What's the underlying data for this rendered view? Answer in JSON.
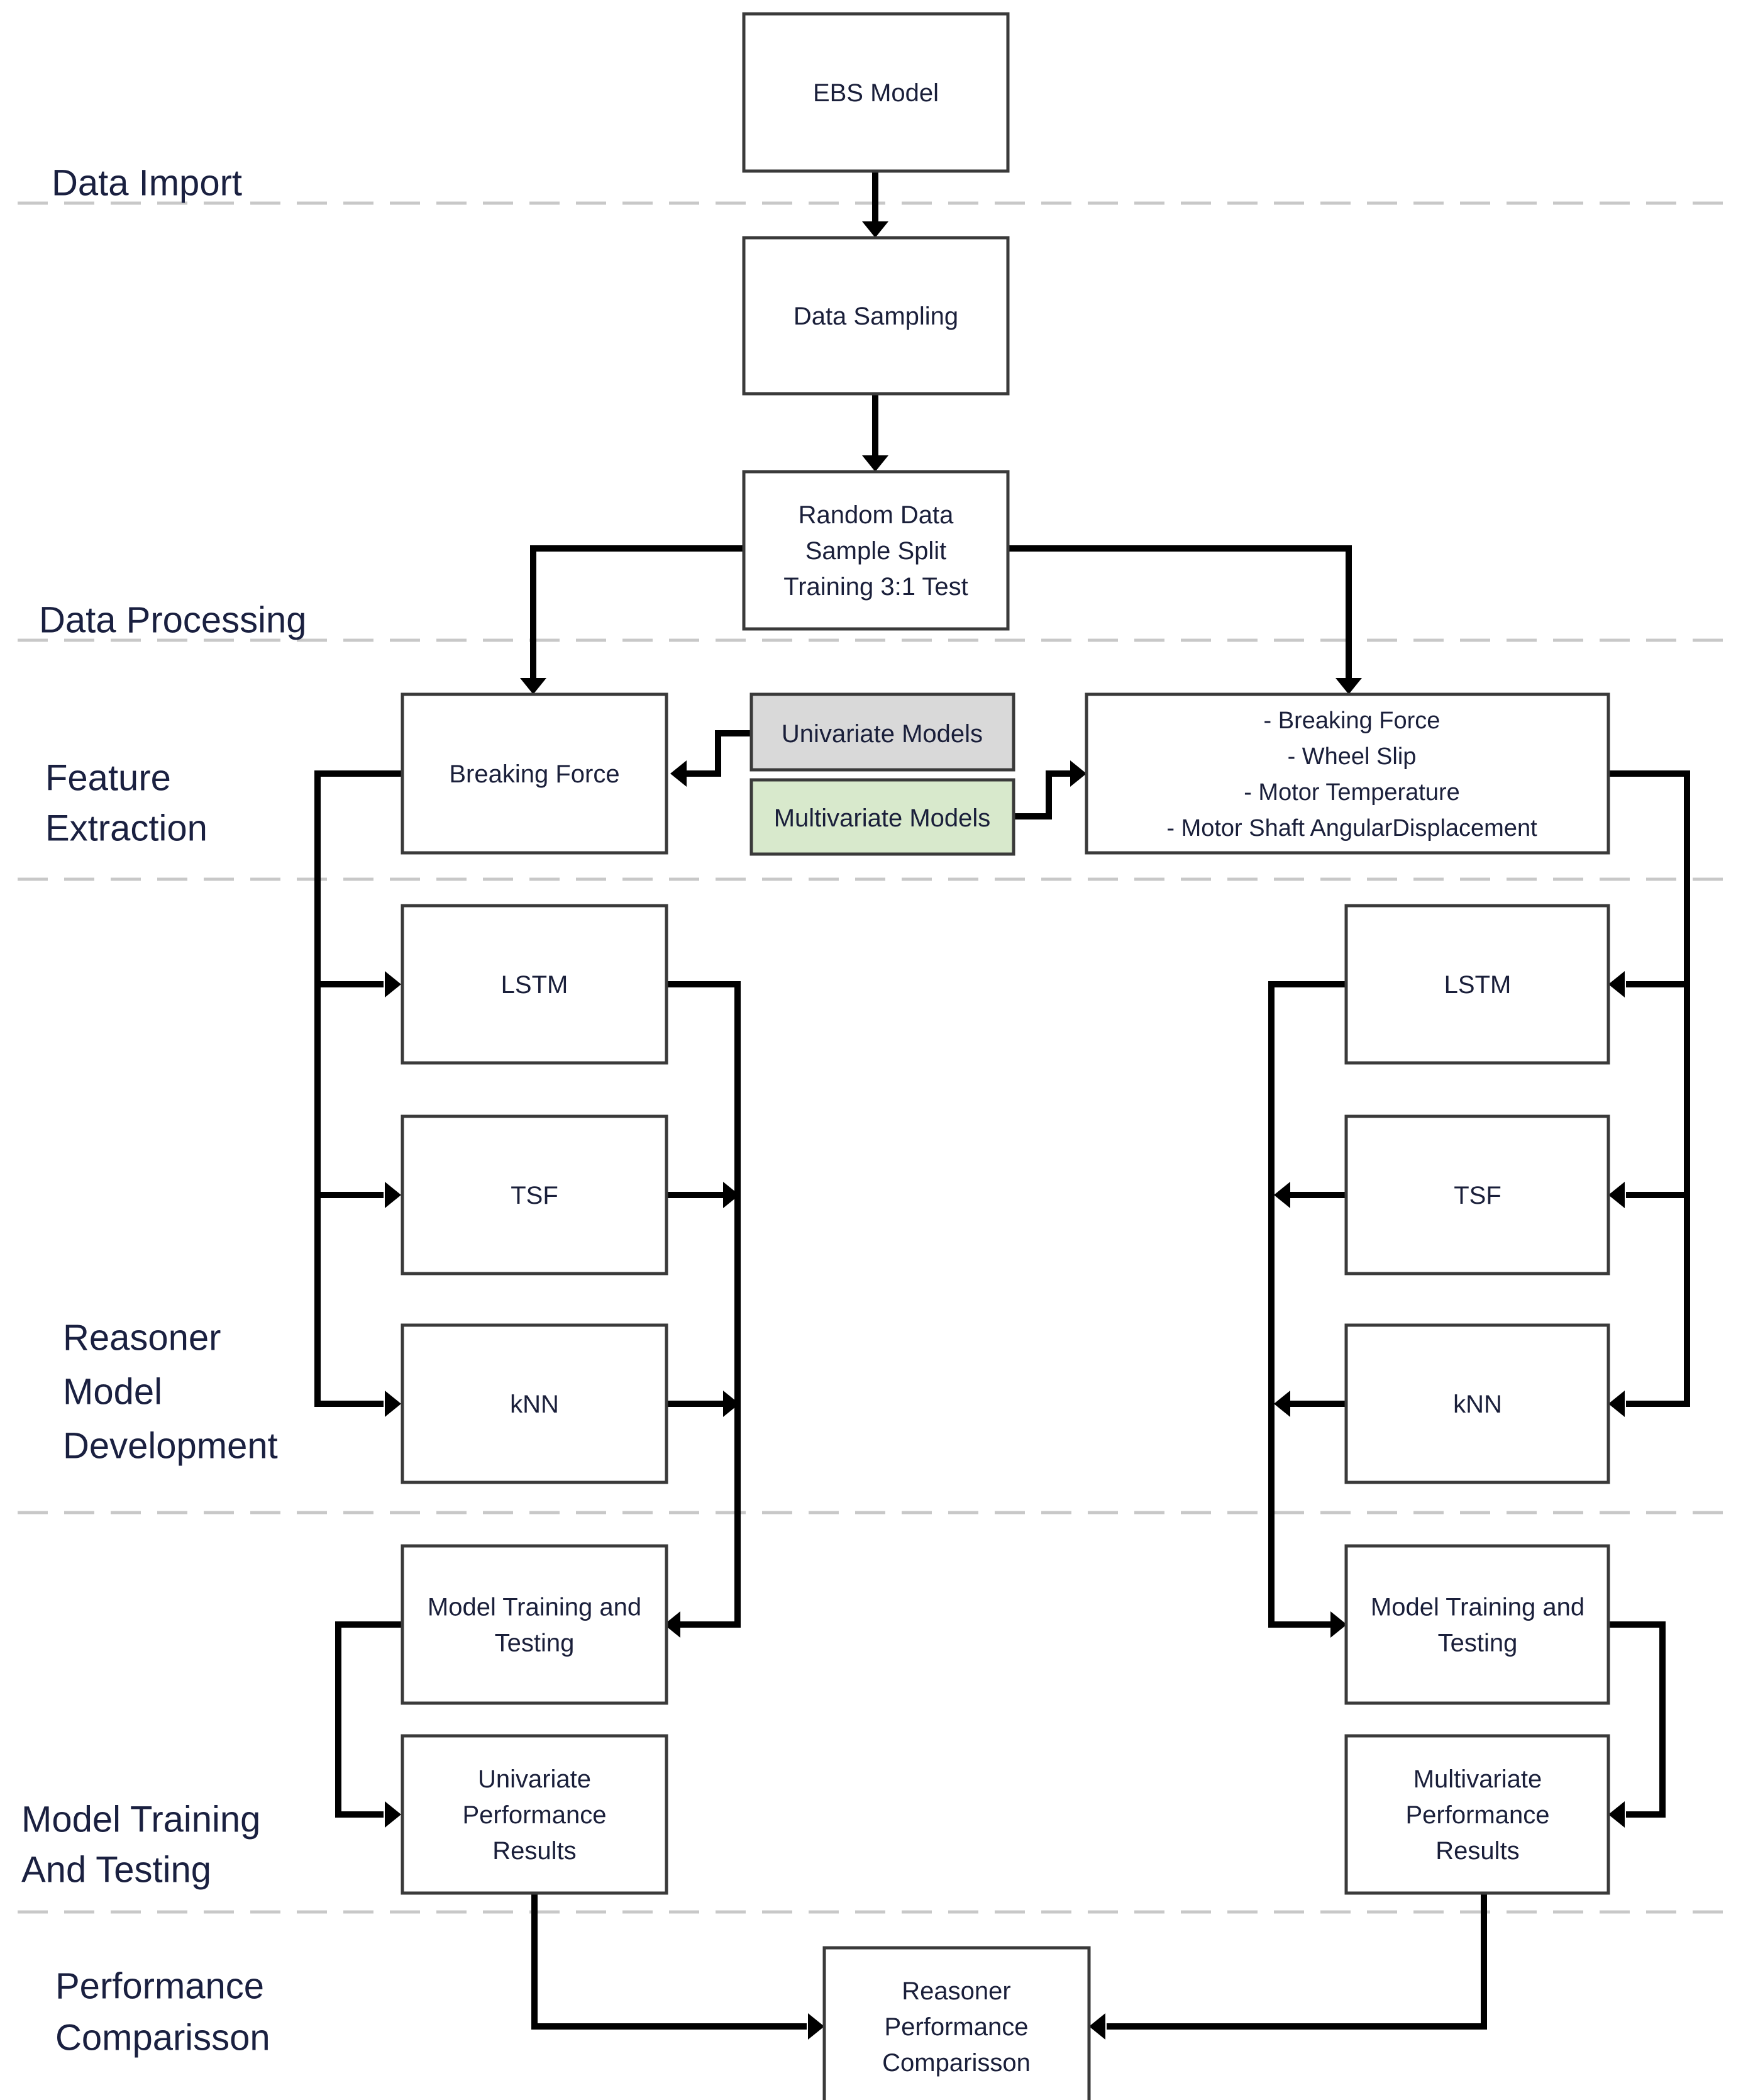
{
  "stages": {
    "data_import": [
      "Data Import"
    ],
    "data_processing": [
      "Data Processing"
    ],
    "feature_extraction": [
      "Feature",
      "Extraction"
    ],
    "reasoner_model_development": [
      "Reasoner",
      "Model",
      "Development"
    ],
    "model_training_testing": [
      "Model Training",
      "And Testing"
    ],
    "performance_comparison": [
      "Performance",
      "Comparisson"
    ]
  },
  "boxes": {
    "ebs_model": [
      "EBS Model"
    ],
    "data_sampling": [
      "Data Sampling"
    ],
    "random_split": [
      "Random Data",
      "Sample Split",
      "Training 3:1 Test"
    ],
    "breaking_force": [
      "Breaking Force"
    ],
    "univariate_models": [
      "Univariate Models"
    ],
    "multivariate_models": [
      "Multivariate Models"
    ],
    "multi_features": [
      "- Breaking Force",
      "- Wheel Slip",
      "- Motor Temperature",
      "- Motor Shaft AngularDisplacement"
    ],
    "lstm_left": [
      "LSTM"
    ],
    "tsf_left": [
      "TSF"
    ],
    "knn_left": [
      "kNN"
    ],
    "lstm_right": [
      "LSTM"
    ],
    "tsf_right": [
      "TSF"
    ],
    "knn_right": [
      "kNN"
    ],
    "training_left": [
      "Model Training and",
      "Testing"
    ],
    "training_right": [
      "Model Training and",
      "Testing"
    ],
    "univariate_results": [
      "Univariate",
      "Performance",
      "Results"
    ],
    "multivariate_results": [
      "Multivariate",
      "Performance",
      "Results"
    ],
    "reasoner_comparison": [
      "Reasoner",
      "Performance",
      "Comparisson"
    ]
  },
  "colors": {
    "univariate_fill": "#d9d9d9",
    "multivariate_fill": "#d8e9cc",
    "connector": "#000000",
    "box_border": "#3a3a3a",
    "divider": "#c8c8c8"
  }
}
